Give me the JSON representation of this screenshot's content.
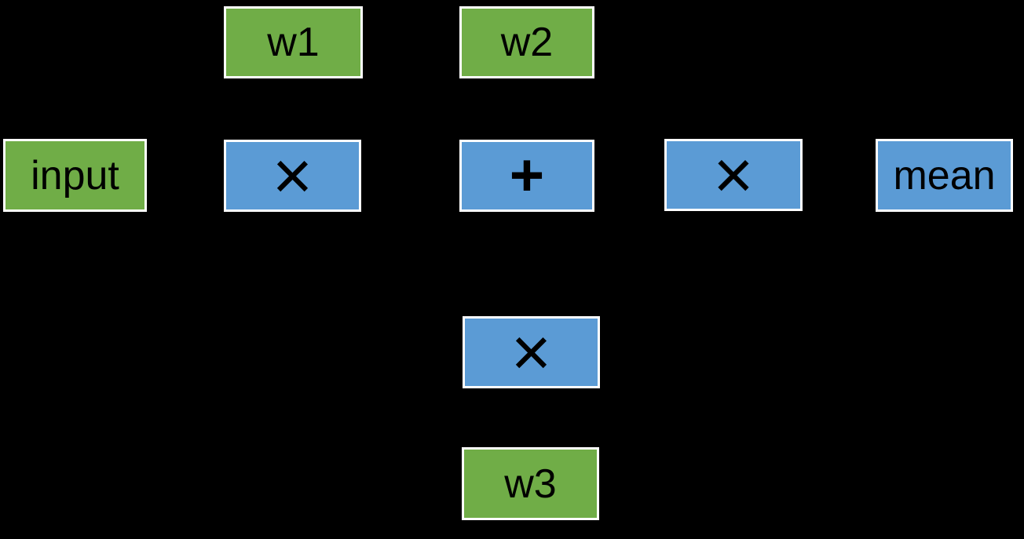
{
  "diagram": {
    "description": "Computational graph with data nodes (green) and operation nodes (blue) on a black background",
    "background_color": "#000000",
    "data_node_color": "#70AD47",
    "operation_node_color": "#5B9BD5",
    "node_border_color": "#FFFFFF",
    "node_text_color": "#000000"
  },
  "nodes": {
    "w1": {
      "label": "w1",
      "type": "data"
    },
    "w2": {
      "label": "w2",
      "type": "data"
    },
    "input": {
      "label": "input",
      "type": "data"
    },
    "mul1": {
      "label": "×",
      "type": "operation"
    },
    "add1": {
      "label": "+",
      "type": "operation"
    },
    "mul2": {
      "label": "×",
      "type": "operation"
    },
    "mean": {
      "label": "mean",
      "type": "operation"
    },
    "mul3": {
      "label": "×",
      "type": "operation"
    },
    "w3": {
      "label": "w3",
      "type": "data"
    }
  }
}
